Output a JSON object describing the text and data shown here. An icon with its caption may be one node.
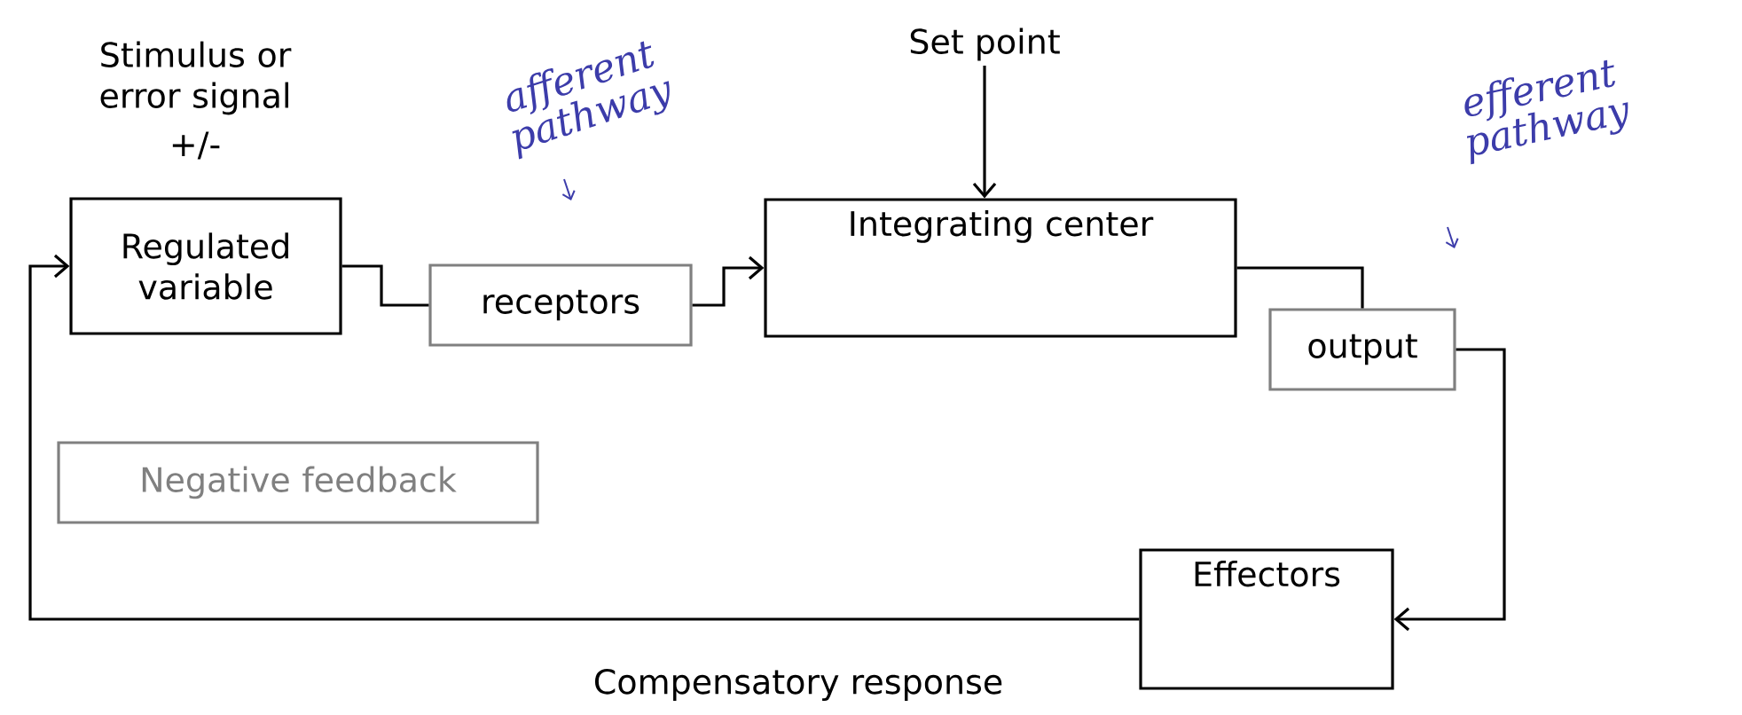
{
  "diagram": {
    "nodes": [
      {
        "text": [
          "Regulated variable"
        ],
        "beside": [
          "Stimulus or error signal",
          "+/-"
        ]
      },
      {
        "text": [
          "receptors"
        ]
      },
      {
        "text": [
          "Integrating center"
        ]
      },
      {
        "text": [
          "output"
        ]
      },
      {
        "text": [
          "Effectors"
        ]
      },
      {
        "text": [
          "Negative feedback"
        ]
      },
      {
        "text": [
          "Set point"
        ]
      }
    ],
    "edges": [
      {
        "from": 0,
        "to": 1,
        "arrow": "none"
      },
      {
        "from": 1,
        "to": 2,
        "arrow": "to"
      },
      {
        "from": 2,
        "to": 3,
        "arrow": "none"
      },
      {
        "from": 3,
        "to": 4,
        "arrow": "to"
      },
      {
        "from": 4,
        "to": 0,
        "arrow": "to",
        "label": "Compensatory response"
      },
      {
        "from": 6,
        "to": 2,
        "arrow": "to"
      }
    ],
    "labels": [
      "afferent pathway",
      "efferent pathway"
    ]
  }
}
